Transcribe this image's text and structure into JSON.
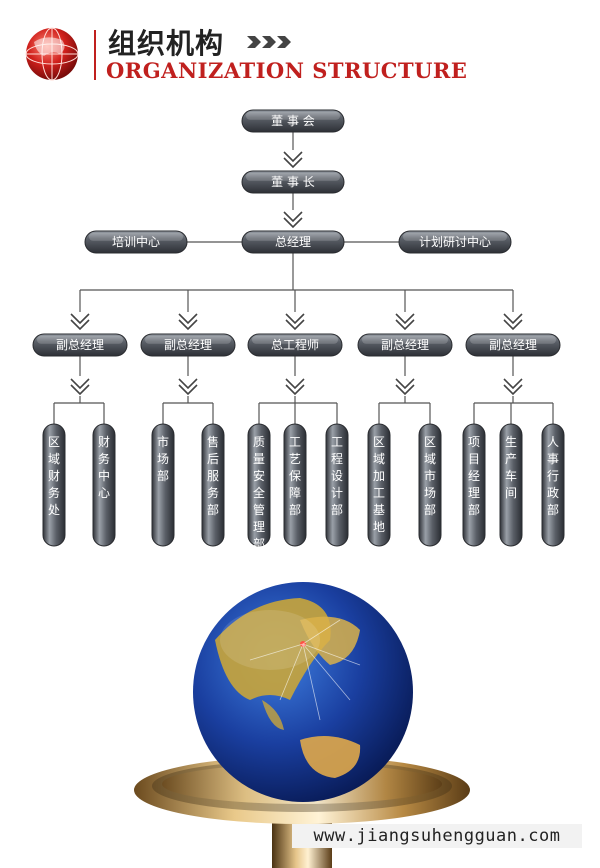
{
  "header": {
    "title_cn": "组织机构",
    "title_en": "ORGANIZATION STRUCTURE"
  },
  "org": {
    "board": "董 事 会",
    "chairman": "董 事 长",
    "training": "培训中心",
    "gm": "总经理",
    "planning": "计划研讨中心",
    "deputies": [
      "副总经理",
      "副总经理",
      "总工程师",
      "副总经理",
      "副总经理"
    ],
    "departments": [
      [
        "区域财务处",
        "财务中心"
      ],
      [
        "市场部",
        "售后服务部"
      ],
      [
        "质量安全管理部",
        "工艺保障部",
        "工程设计部"
      ],
      [
        "区域加工基地",
        "区域市场部"
      ],
      [
        "项目经理部",
        "生产车间",
        "人事行政部"
      ]
    ]
  },
  "footer": {
    "url": "www.jiangsuhengguan.com"
  },
  "colors": {
    "accent": "#c0201e",
    "pill": "#4a4e54",
    "line": "#555555"
  }
}
